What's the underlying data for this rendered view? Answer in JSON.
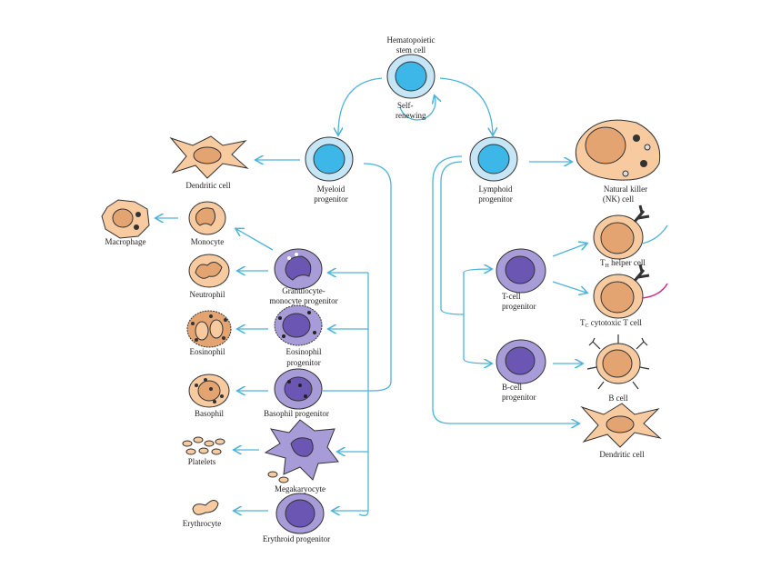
{
  "colors": {
    "arrow": "#4fb3d9",
    "stem_outer": "#c6e6f5",
    "stem_inner": "#3db6e8",
    "progenitor_outer": "#a79bd8",
    "progenitor_inner": "#6b57b3",
    "mature_cytoplasm": "#f7caa0",
    "mature_nucleus": "#e3a472",
    "tc_receptor": "#d0308a"
  },
  "labels": {
    "hsc": [
      "Hematopoietic",
      "stem cell"
    ],
    "self_renewing": [
      "Self-",
      "renewing"
    ],
    "myeloid": [
      "Myeloid",
      "progenitor"
    ],
    "lymphoid": [
      "Lymphoid",
      "progenitor"
    ],
    "dendritic_left": "Dendritic cell",
    "nk": [
      "Natural killer",
      "(NK) cell"
    ],
    "macrophage": "Macrophage",
    "monocyte": "Monocyte",
    "gm_progenitor": [
      "Granulocyte-",
      "monocyte progenitor"
    ],
    "neutrophil": "Neutrophil",
    "eosinophil": "Eosinophil",
    "eos_progenitor": [
      "Eosinophil",
      "progenitor"
    ],
    "basophil": "Basophil",
    "baso_progenitor": "Basophil progenitor",
    "platelets": "Platelets",
    "megakaryocyte": "Megakaryocyte",
    "erythrocyte": "Erythrocyte",
    "erythroid_progenitor": "Erythroid progenitor",
    "t_progenitor": [
      "T-cell",
      "progenitor"
    ],
    "th": {
      "main": "T",
      "sub": "H",
      "rest": " helper cell"
    },
    "tc": {
      "main": "T",
      "sub": "C",
      "rest": " cytotoxic T cell"
    },
    "b_progenitor": [
      "B-cell",
      "progenitor"
    ],
    "b_cell": "B cell",
    "dendritic_right": "Dendritic cell"
  }
}
